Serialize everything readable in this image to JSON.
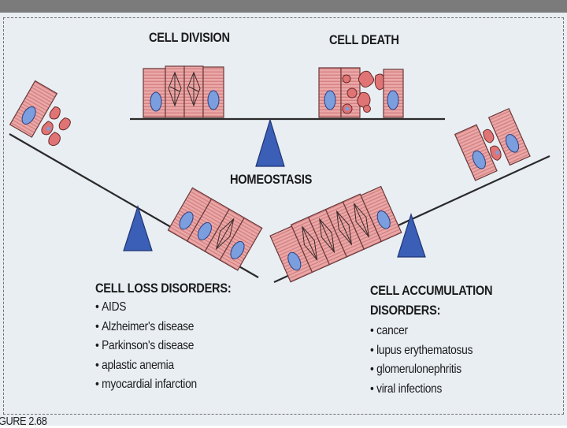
{
  "labels": {
    "cell_division": "CELL DIVISION",
    "cell_death": "CELL DEATH",
    "homeostasis": "HOMEOSTASIS"
  },
  "cell_loss": {
    "heading": "CELL LOSS DISORDERS:",
    "items": [
      "AIDS",
      "Alzheimer's disease",
      "Parkinson's disease",
      "aplastic anemia",
      "myocardial infarction"
    ]
  },
  "cell_accumulation": {
    "heading_line1": "CELL ACCUMULATION",
    "heading_line2": "DISORDERS:",
    "items": [
      "cancer",
      "lupus erythematosus",
      "glomerulonephritis",
      "viral infections"
    ]
  },
  "caption": "GURE 2.68",
  "colors": {
    "cell_fill": "#eba8a8",
    "cell_stripe": "#d48282",
    "cell_outline": "#6a3a3a",
    "nucleus": "#7b9ede",
    "nucleus_outline": "#2a3f80",
    "fragment": "#e07474",
    "fulcrum": "#3b5fb6",
    "beam": "#2a2a2a",
    "background": "#e9eef3"
  }
}
